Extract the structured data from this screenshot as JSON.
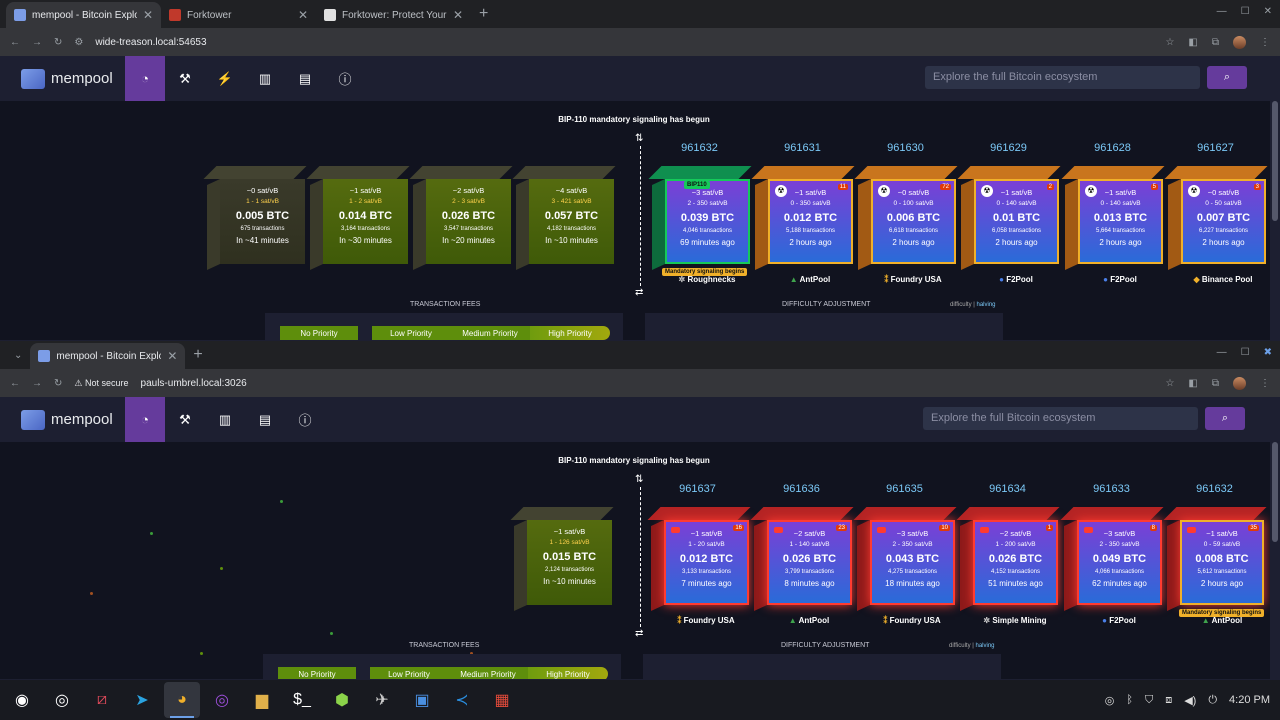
{
  "browser1": {
    "tabs": [
      {
        "title": "mempool - Bitcoin Explorer",
        "active": true
      },
      {
        "title": "Forktower",
        "active": false
      },
      {
        "title": "Forktower: Protect Your Lig",
        "active": false
      }
    ],
    "url": "wide-treason.local:54653"
  },
  "browser2": {
    "tabs": [
      {
        "title": "mempool - Bitcoin Explorer",
        "active": true
      }
    ],
    "security": "Not secure",
    "url": "pauls-umbrel.local:3026"
  },
  "mempool": {
    "logo": "mempool",
    "search_placeholder": "Explore the full Bitcoin ecosystem",
    "banner": "BIP-110 mandatory signaling has begun",
    "fees_title": "TRANSACTION FEES",
    "diff_title": "DIFFICULTY ADJUSTMENT",
    "diff_label": "difficulty",
    "halving": "halving",
    "priorities": {
      "no": "No Priority",
      "low": "Low Priority",
      "medium": "Medium Priority",
      "high": "High Priority"
    },
    "mandatory_tag": "Mandatory signaling begins",
    "bip_tag": "BIP110"
  },
  "w1": {
    "pending": [
      {
        "fee": "~0 sat/vB",
        "range": "1 - 1 sat/vB",
        "btc": "0.005 BTC",
        "tx": "675 transactions",
        "eta": "In ~41 minutes"
      },
      {
        "fee": "~1 sat/vB",
        "range": "1 - 2 sat/vB",
        "btc": "0.014 BTC",
        "tx": "3,164 transactions",
        "eta": "In ~30 minutes"
      },
      {
        "fee": "~2 sat/vB",
        "range": "2 - 3 sat/vB",
        "btc": "0.026 BTC",
        "tx": "3,547 transactions",
        "eta": "In ~20 minutes"
      },
      {
        "fee": "~4 sat/vB",
        "range": "3 - 421 sat/vB",
        "btc": "0.057 BTC",
        "tx": "4,182 transactions",
        "eta": "In ~10 minutes"
      }
    ],
    "mined": [
      {
        "height": "961632",
        "fee": "~3 sat/vB",
        "range": "2 - 350 sat/vB",
        "btc": "0.039 BTC",
        "tx": "4,046 transactions",
        "age": "69 minutes ago",
        "pool": "Roughnecks",
        "badge": ""
      },
      {
        "height": "961631",
        "fee": "~1 sat/vB",
        "range": "0 - 350 sat/vB",
        "btc": "0.012 BTC",
        "tx": "5,188 transactions",
        "age": "2 hours ago",
        "pool": "AntPool",
        "badge": "11"
      },
      {
        "height": "961630",
        "fee": "~0 sat/vB",
        "range": "0 - 100 sat/vB",
        "btc": "0.006 BTC",
        "tx": "6,618 transactions",
        "age": "2 hours ago",
        "pool": "Foundry USA",
        "badge": "72"
      },
      {
        "height": "961629",
        "fee": "~1 sat/vB",
        "range": "0 - 140 sat/vB",
        "btc": "0.01 BTC",
        "tx": "6,058 transactions",
        "age": "2 hours ago",
        "pool": "F2Pool",
        "badge": "2"
      },
      {
        "height": "961628",
        "fee": "~1 sat/vB",
        "range": "0 - 140 sat/vB",
        "btc": "0.013 BTC",
        "tx": "5,664 transactions",
        "age": "2 hours ago",
        "pool": "F2Pool",
        "badge": "5"
      },
      {
        "height": "961627",
        "fee": "~0 sat/vB",
        "range": "0 - 50 sat/vB",
        "btc": "0.007 BTC",
        "tx": "6,227 transactions",
        "age": "2 hours ago",
        "pool": "Binance Pool",
        "badge": "3"
      }
    ]
  },
  "w2": {
    "pending": [
      {
        "fee": "~1 sat/vB",
        "range": "1 - 126 sat/vB",
        "btc": "0.015 BTC",
        "tx": "2,124 transactions",
        "eta": "In ~10 minutes"
      }
    ],
    "mined": [
      {
        "height": "961637",
        "fee": "~1 sat/vB",
        "range": "1 - 20 sat/vB",
        "btc": "0.012 BTC",
        "tx": "3,133 transactions",
        "age": "7 minutes ago",
        "pool": "Foundry USA",
        "badge": "16"
      },
      {
        "height": "961636",
        "fee": "~2 sat/vB",
        "range": "1 - 140 sat/vB",
        "btc": "0.026 BTC",
        "tx": "3,799 transactions",
        "age": "8 minutes ago",
        "pool": "AntPool",
        "badge": "23"
      },
      {
        "height": "961635",
        "fee": "~3 sat/vB",
        "range": "2 - 350 sat/vB",
        "btc": "0.043 BTC",
        "tx": "4,275 transactions",
        "age": "18 minutes ago",
        "pool": "Foundry USA",
        "badge": "10"
      },
      {
        "height": "961634",
        "fee": "~2 sat/vB",
        "range": "1 - 200 sat/vB",
        "btc": "0.026 BTC",
        "tx": "4,152 transactions",
        "age": "51 minutes ago",
        "pool": "Simple Mining",
        "badge": "1"
      },
      {
        "height": "961633",
        "fee": "~3 sat/vB",
        "range": "2 - 350 sat/vB",
        "btc": "0.049 BTC",
        "tx": "4,066 transactions",
        "age": "62 minutes ago",
        "pool": "F2Pool",
        "badge": "8"
      },
      {
        "height": "961632",
        "fee": "~1 sat/vB",
        "range": "0 - 59 sat/vB",
        "btc": "0.008 BTC",
        "tx": "5,612 transactions",
        "age": "2 hours ago",
        "pool": "AntPool",
        "badge": "35"
      }
    ]
  },
  "taskbar": {
    "apps": [
      "menu-icon",
      "obs-icon",
      "vm-icon",
      "telegram-icon",
      "chrome-icon",
      "tor-icon",
      "files-icon",
      "terminal-icon",
      "cube-icon",
      "bird-icon",
      "remote-desktop-icon",
      "vscode-icon",
      "screenshot-icon"
    ],
    "clock": "4:20 PM"
  }
}
